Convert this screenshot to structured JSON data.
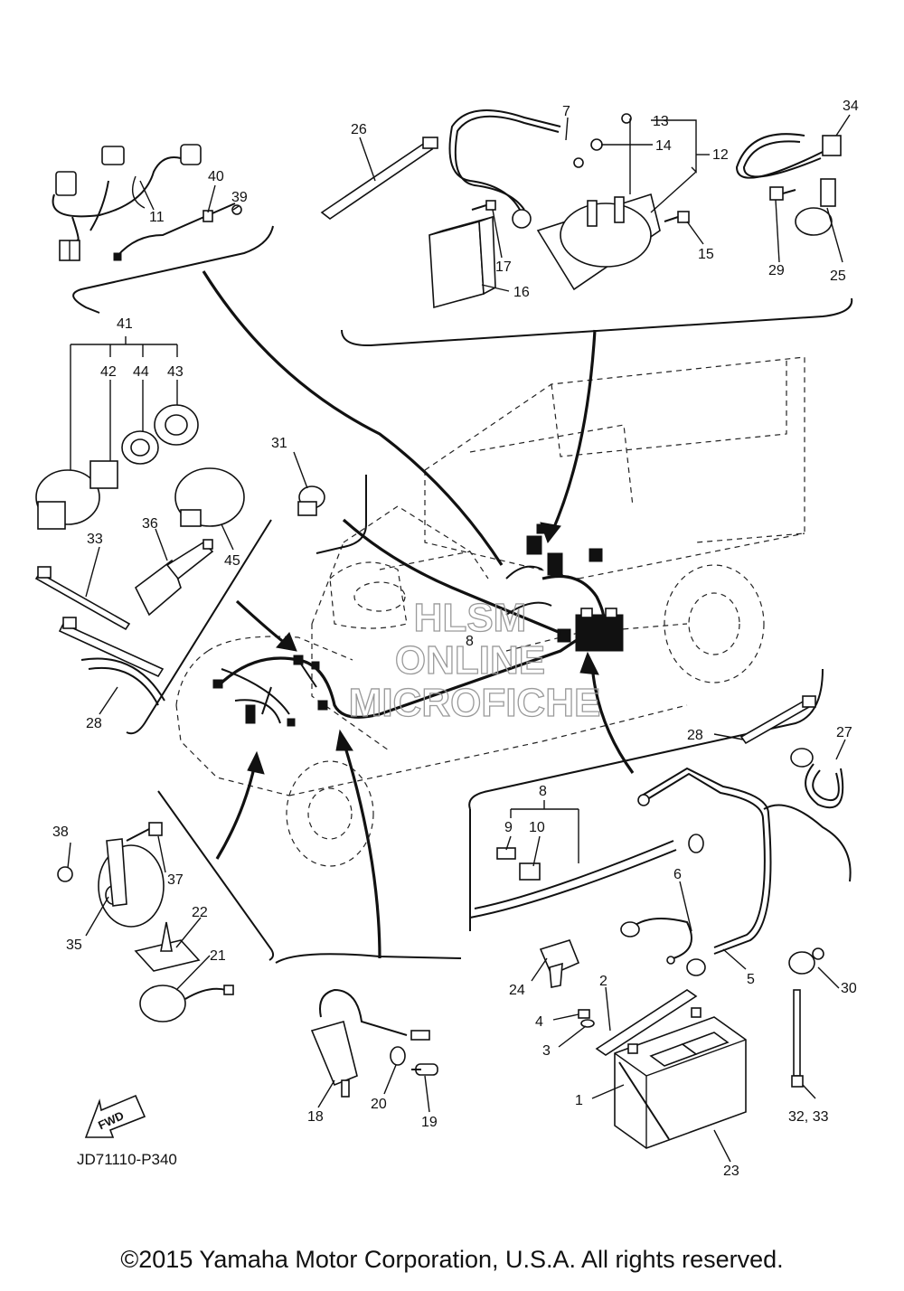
{
  "diagram": {
    "part_labels": {
      "p1": "1",
      "p2": "2",
      "p3": "3",
      "p4": "4",
      "p5": "5",
      "p6": "6",
      "p7": "7",
      "p8a": "8",
      "p8b": "8",
      "p9": "9",
      "p10": "10",
      "p11": "11",
      "p12": "12",
      "p13": "13",
      "p14": "14",
      "p15": "15",
      "p16": "16",
      "p17": "17",
      "p18": "18",
      "p19": "19",
      "p20": "20",
      "p21": "21",
      "p22": "22",
      "p23": "23",
      "p24": "24",
      "p25": "25",
      "p26": "26",
      "p27": "27",
      "p28a": "28",
      "p28b": "28",
      "p29": "29",
      "p30": "30",
      "p31": "31",
      "p32_33": "32, 33",
      "p33": "33",
      "p34": "34",
      "p35": "35",
      "p36": "36",
      "p37": "37",
      "p38": "38",
      "p39": "39",
      "p40": "40",
      "p41": "41",
      "p42": "42",
      "p43": "43",
      "p44": "44",
      "p45": "45"
    },
    "diagram_code": "JD71110-P340",
    "fwd_label": "FWD",
    "watermark": {
      "line1": "HLSM",
      "line2": "ONLINE",
      "line3": "MICROFICHE"
    }
  },
  "footer": {
    "copyright": "©2015 Yamaha Motor Corporation, U.S.A. All rights reserved."
  }
}
